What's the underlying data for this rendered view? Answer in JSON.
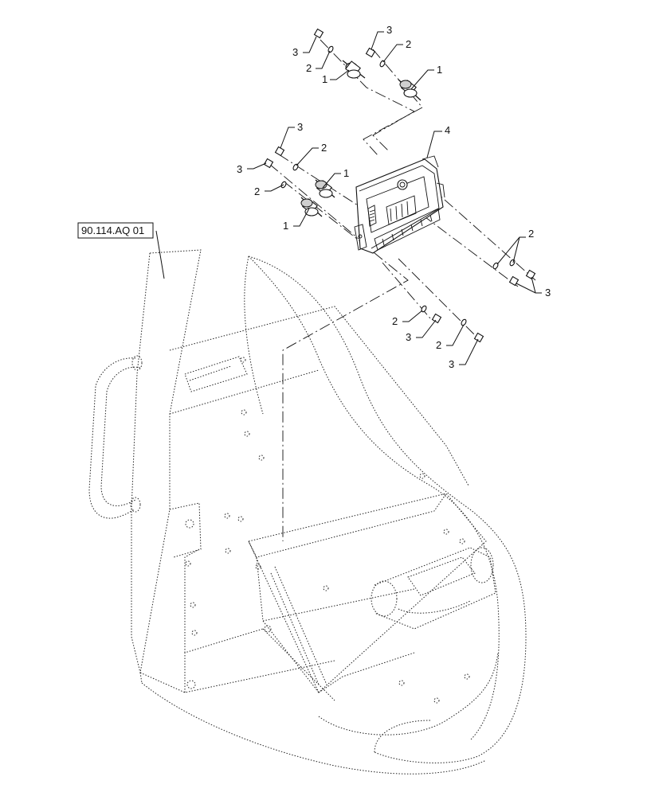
{
  "reference_label": "90.114.AQ 01",
  "callouts": {
    "c1a": "3",
    "c1b": "2",
    "c1c": "1",
    "c2a": "3",
    "c2b": "2",
    "c2c": "1",
    "c3a": "3",
    "c3b": "3",
    "c3c": "2",
    "c3d": "2",
    "c3e": "1",
    "c3f": "1",
    "c4": "4",
    "c5a": "2",
    "c5b": "3",
    "c6a": "2",
    "c6b": "3",
    "c6c": "2",
    "c6d": "3"
  }
}
